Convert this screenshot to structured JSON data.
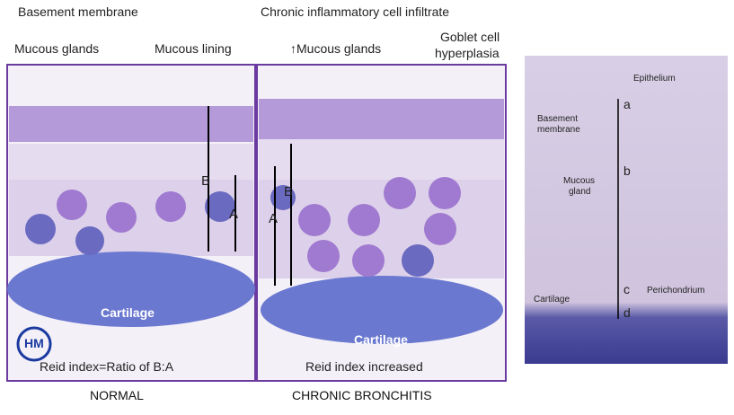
{
  "normal": {
    "labels": {
      "basement": "Basement membrane",
      "glands": "Mucous glands",
      "lining": "Mucous lining"
    },
    "cartilage": "Cartilage",
    "A": "A",
    "B": "B",
    "reid": "Reid index=Ratio of B:A",
    "caption": "NORMAL",
    "logo": "HM"
  },
  "bronchitis": {
    "labels": {
      "infiltrate": "Chronic inflammatory cell infiltrate",
      "glands": "↑Mucous glands",
      "goblet1": "Goblet cell",
      "goblet2": "hyperplasia"
    },
    "cartilage": "Cartilage",
    "A": "A",
    "B": "B",
    "reid": "Reid index increased",
    "caption": "CHRONIC BRONCHITIS"
  },
  "histology": {
    "epithelium": "Epithelium",
    "basement1": "Basement",
    "basement2": "membrane",
    "gland1": "Mucous",
    "gland2": "gland",
    "cartilage": "Cartilage",
    "perichondrium": "Perichondrium",
    "a": "a",
    "b": "b",
    "c": "c",
    "d": "d"
  }
}
